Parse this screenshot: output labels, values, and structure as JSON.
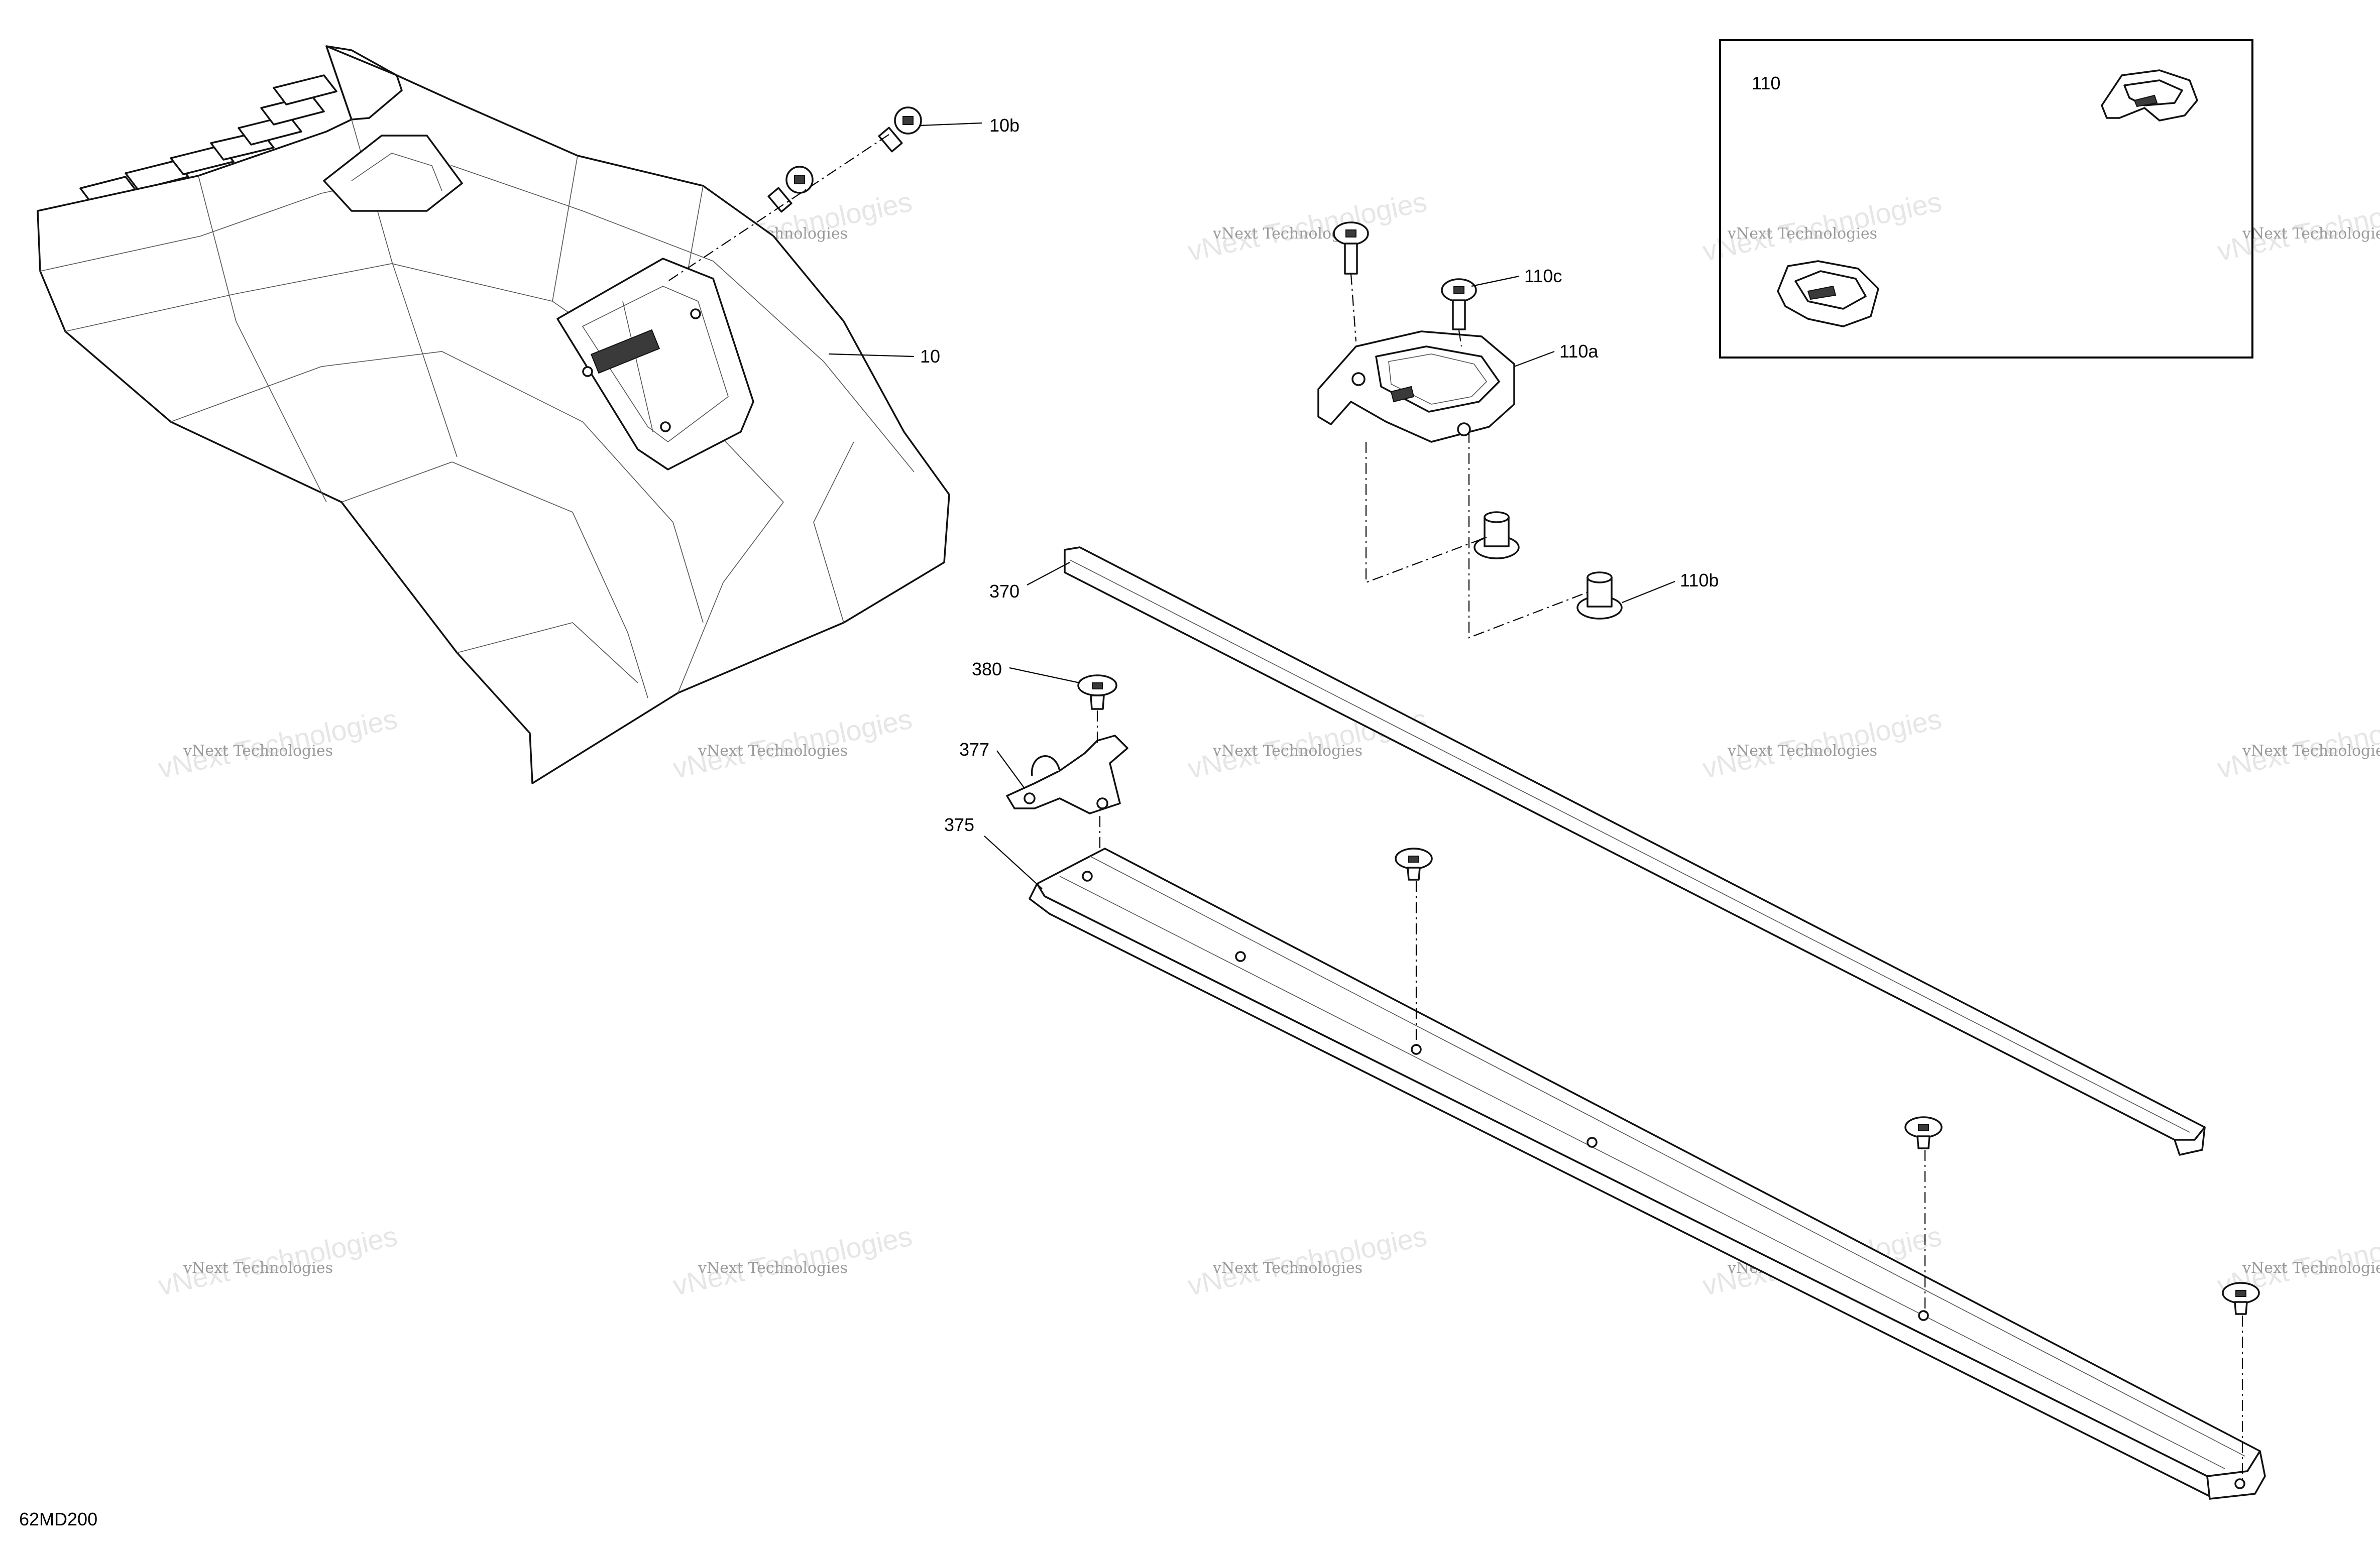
{
  "callouts": {
    "c10b": "10b",
    "c10": "10",
    "c110c": "110c",
    "c110a": "110a",
    "c110b": "110b",
    "c370": "370",
    "c380": "380",
    "c377": "377",
    "c375": "375",
    "inset": "110"
  },
  "drawing_id": "62MD200",
  "watermark": {
    "line1": "vNext Technologies",
    "line2": "vNext Technologies"
  },
  "colors": {
    "line": "#111111",
    "watermark": "#9a9a9a",
    "background": "#ffffff"
  }
}
